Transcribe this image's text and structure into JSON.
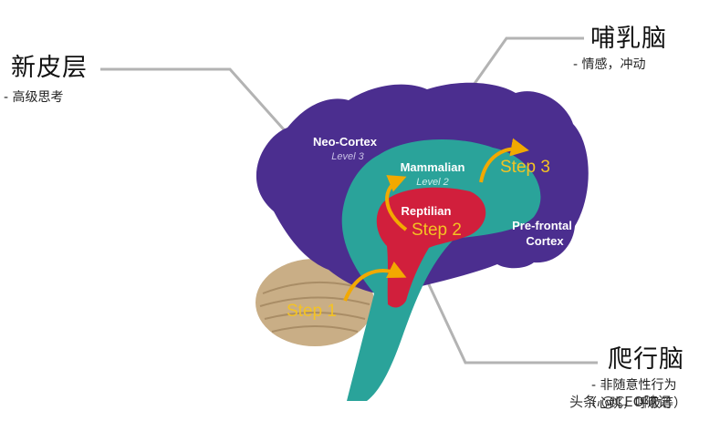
{
  "labels": {
    "neocortex": {
      "title": "新皮层",
      "subtitle": "- 高级思考"
    },
    "mammalian": {
      "title": "哺乳脑",
      "subtitle": "- 情感，冲动"
    },
    "reptilian": {
      "title": "爬行脑",
      "subtitle": "- 非随意性行为",
      "subtitle2": "（心跳，呼吸等）"
    }
  },
  "brain_text": {
    "neo_cortex": "Neo-Cortex",
    "neo_level": "Level 3",
    "mammalian": "Mammalian",
    "mammalian_level": "Level 2",
    "reptilian": "Reptilian",
    "prefrontal_1": "Pre-frontal",
    "prefrontal_2": "Cortex"
  },
  "steps": {
    "step1": "Step 1",
    "step2": "Step 2",
    "step3": "Step 3"
  },
  "watermark": "头条 @CEO随记",
  "colors": {
    "neocortex": "#4b2e8f",
    "mammalian": "#2aa39a",
    "reptilian": "#d11f3c",
    "cerebellum": "#c9ae86",
    "step_text": "#f4c323",
    "arrow": "#f2a900",
    "leader": "#b3b3b3"
  }
}
